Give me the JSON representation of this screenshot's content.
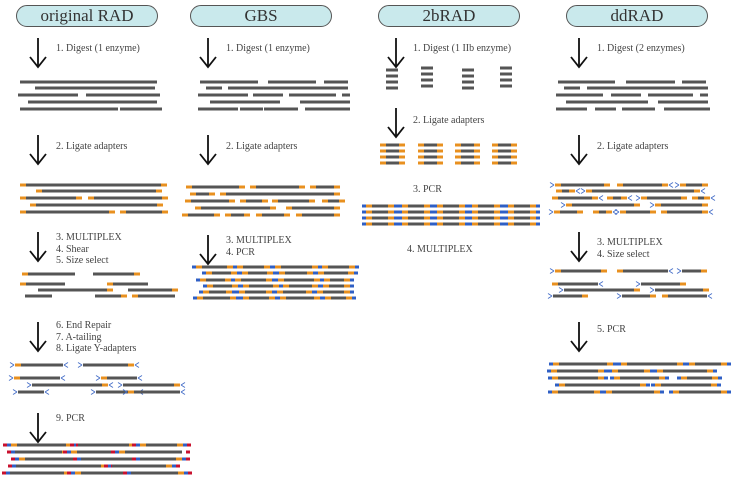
{
  "colors": {
    "pill_fill": "#c9e9ec",
    "dna": "#555555",
    "adapter": "#e8901f",
    "pcr_primer": "#2f5fc4",
    "y_adapter": "#4a72c9",
    "barcode_red": "#c8102e"
  },
  "methods": [
    {
      "title": "original RAD",
      "steps": [
        "1. Digest (1 enzyme)",
        "2. Ligate adapters",
        "3. MULTIPLEX\n4. Shear\n5. Size select",
        "6. End Repair\n7. A-tailing\n8. Ligate Y-adapters",
        "9. PCR"
      ]
    },
    {
      "title": "GBS",
      "steps": [
        "1. Digest (1 enzyme)",
        "2. Ligate adapters",
        "3. MULTIPLEX\n4. PCR"
      ]
    },
    {
      "title": "2bRAD",
      "steps": [
        "1. Digest (1 IIb enzyme)",
        "2. Ligate adapters",
        "3. PCR",
        "4. MULTIPLEX"
      ]
    },
    {
      "title": "ddRAD",
      "steps": [
        "1. Digest (2 enzymes)",
        "2. Ligate adapters",
        "3. MULTIPLEX\n4. Size select",
        "5. PCR"
      ]
    }
  ]
}
